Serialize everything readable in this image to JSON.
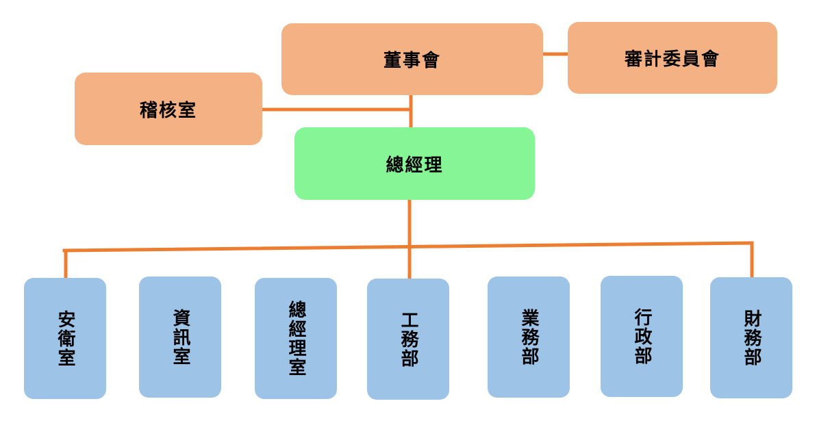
{
  "colors": {
    "connector": "#ed7d31",
    "governance_fill": "#f4b183",
    "executive_fill": "#86f596",
    "department_fill": "#9dc3e6"
  },
  "nodes": {
    "board": "董事會",
    "audit_committee": "審計委員會",
    "audit_office": "稽核室",
    "general_manager": "總經理"
  },
  "departments": [
    "安衛室",
    "資訊室",
    "總經理室",
    "工務部",
    "業務部",
    "行政部",
    "財務部"
  ]
}
